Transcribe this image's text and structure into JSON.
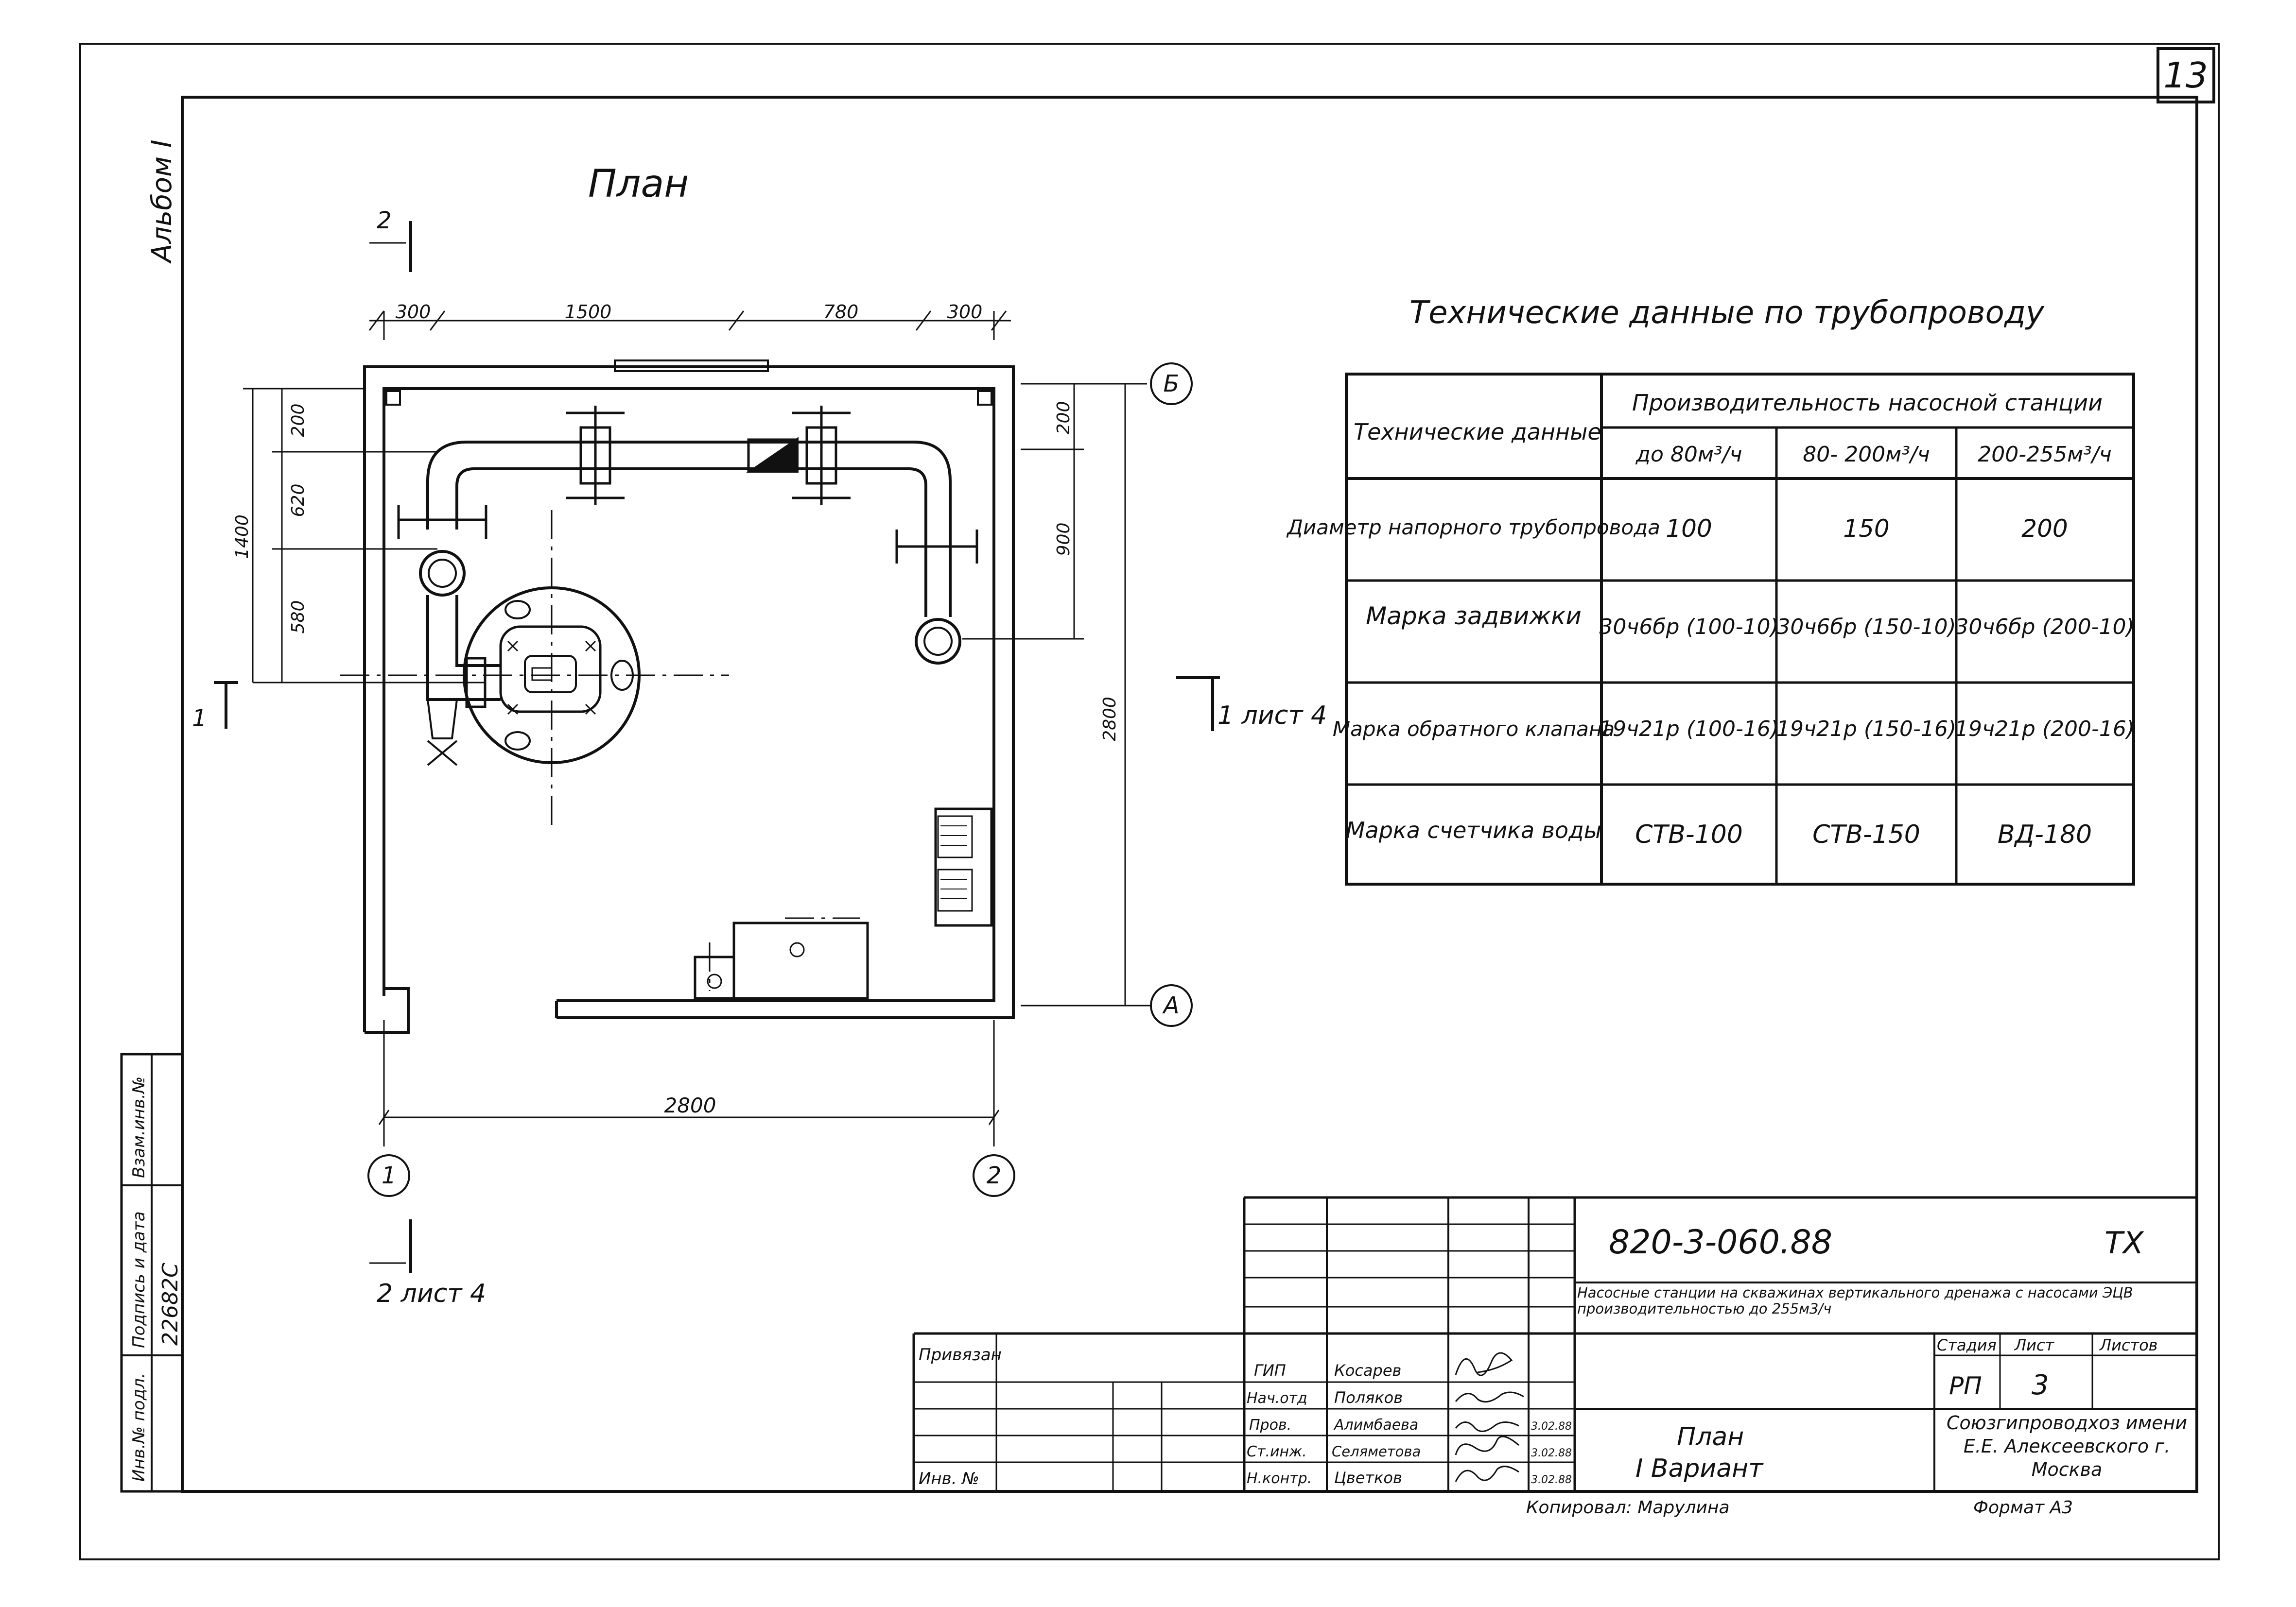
{
  "sheet_number": "13",
  "album": "Альбом I",
  "plan": {
    "title": "План",
    "dims_top": [
      "300",
      "1500",
      "780",
      "300"
    ],
    "dim_bottom": "2800",
    "dims_left": [
      "200",
      "620",
      "580"
    ],
    "dim_left_total": "1400",
    "dims_right": [
      "200",
      "900"
    ],
    "dim_right_total": "2800",
    "axes": [
      "Б",
      "А",
      "1",
      "2"
    ],
    "section_marks": {
      "top": "2",
      "left": "1",
      "right": "1 лист 4",
      "bottom": "2 лист 4"
    }
  },
  "tech_table": {
    "title": "Технические данные по трубопроводу",
    "header_first": "Технические данные",
    "header_group": "Производительность насосной станции",
    "columns": [
      "до 80м³/ч",
      "80- 200м³/ч",
      "200-255м³/ч"
    ],
    "rows": [
      {
        "label": "Диаметр напорного трубопровода",
        "values": [
          "100",
          "150",
          "200"
        ]
      },
      {
        "label": "Марка задвижки",
        "values": [
          "30ч6бр (100-10)",
          "30ч6бр (150-10)",
          "30ч6бр (200-10)"
        ]
      },
      {
        "label": "Марка обратного клапана",
        "values": [
          "19ч21р (100-16)",
          "19ч21р (150-16)",
          "19ч21р (200-16)"
        ]
      },
      {
        "label": "Марка счетчика воды",
        "values": [
          "СТВ-100",
          "СТВ-150",
          "ВД-180"
        ]
      }
    ]
  },
  "stamp": {
    "doc_code": "820-3-060.88",
    "doc_mark": "ТХ",
    "description": "Насосные станции на скважинах вертикального дренажа с насосами ЭЦВ производительностью до 255м3/ч",
    "stage_label": "Стадия",
    "sheet_label": "Лист",
    "sheets_label": "Листов",
    "stage": "РП",
    "sheet": "3",
    "sheet_name": "План",
    "variant": "I Вариант",
    "org": "Союзгипроводхоз имени Е.Е. Алексеевского г. Москва",
    "attached": "Привязан",
    "inv_no": "Инв. №",
    "people": [
      {
        "role": "ГИП",
        "name": "Косарев",
        "date": ""
      },
      {
        "role": "Нач.отд",
        "name": "Поляков",
        "date": ""
      },
      {
        "role": "Пров.",
        "name": "Алимбаева",
        "date": "3.02.88"
      },
      {
        "role": "Ст.инж.",
        "name": "Селяметова",
        "date": "3.02.88"
      },
      {
        "role": "Н.контр.",
        "name": "Цветков",
        "date": "3.02.88"
      }
    ],
    "copied": "Копировал: Марулина",
    "format": "Формат А3"
  },
  "side_stamp": {
    "labels": [
      "Инв.№ подл.",
      "Подпись и дата",
      "Взам.инв.№"
    ],
    "value": "22682С"
  }
}
